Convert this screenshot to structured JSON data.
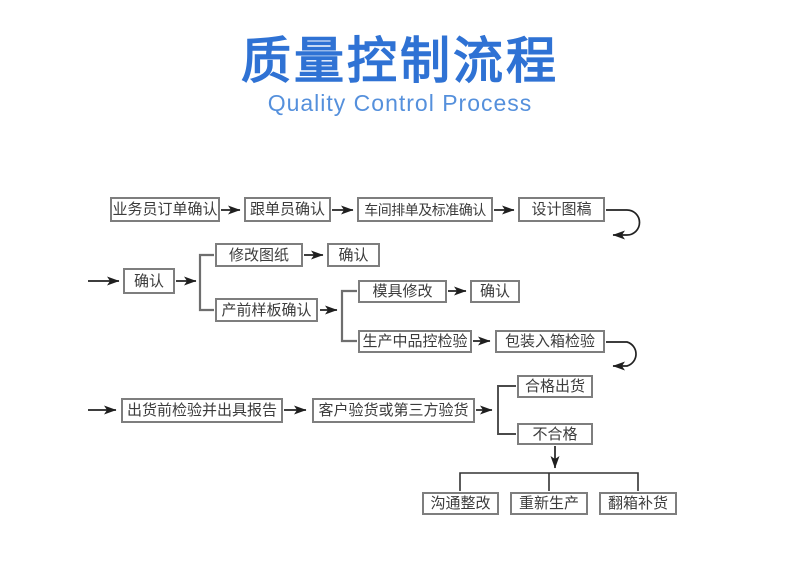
{
  "header": {
    "title": "质量控制流程",
    "subtitle": "Quality Control Process"
  },
  "colors": {
    "title_blue": "#2f72d4",
    "subtitle_blue": "#5590dc",
    "box_border_gray": "#7e7e7e",
    "box_text": "#3c3c3c",
    "arrow_black": "#222222",
    "bracket_gray": "#6e6e6e"
  },
  "flowchart": {
    "nodes": [
      {
        "id": "sales-order-confirmation",
        "label": "业务员订单确认"
      },
      {
        "id": "merchandiser-confirmation",
        "label": "跟单员确认"
      },
      {
        "id": "workshop-scheduling-standard-confirm",
        "label": "车间排单及标准确认"
      },
      {
        "id": "design-draft",
        "label": "设计图稿"
      },
      {
        "id": "confirm-1",
        "label": "确认"
      },
      {
        "id": "revise-drawing",
        "label": "修改图纸"
      },
      {
        "id": "confirm-2",
        "label": "确认"
      },
      {
        "id": "pre-production-sample-confirmation",
        "label": "产前样板确认"
      },
      {
        "id": "mold-modification",
        "label": "模具修改"
      },
      {
        "id": "confirm-3",
        "label": "确认"
      },
      {
        "id": "in-production-qc-inspection",
        "label": "生产中品控检验"
      },
      {
        "id": "packing-into-box-inspection",
        "label": "包装入箱检验"
      },
      {
        "id": "pre-shipment-inspection-with-report",
        "label": "出货前检验并出具报告"
      },
      {
        "id": "customer-or-third-party-inspection",
        "label": "客户验货或第三方验货"
      },
      {
        "id": "qualified-shipment",
        "label": "合格出货"
      },
      {
        "id": "unqualified",
        "label": "不合格"
      },
      {
        "id": "communication-rectification",
        "label": "沟通整改"
      },
      {
        "id": "re-production",
        "label": "重新生产"
      },
      {
        "id": "box-replenishment",
        "label": "翻箱补货"
      }
    ]
  }
}
